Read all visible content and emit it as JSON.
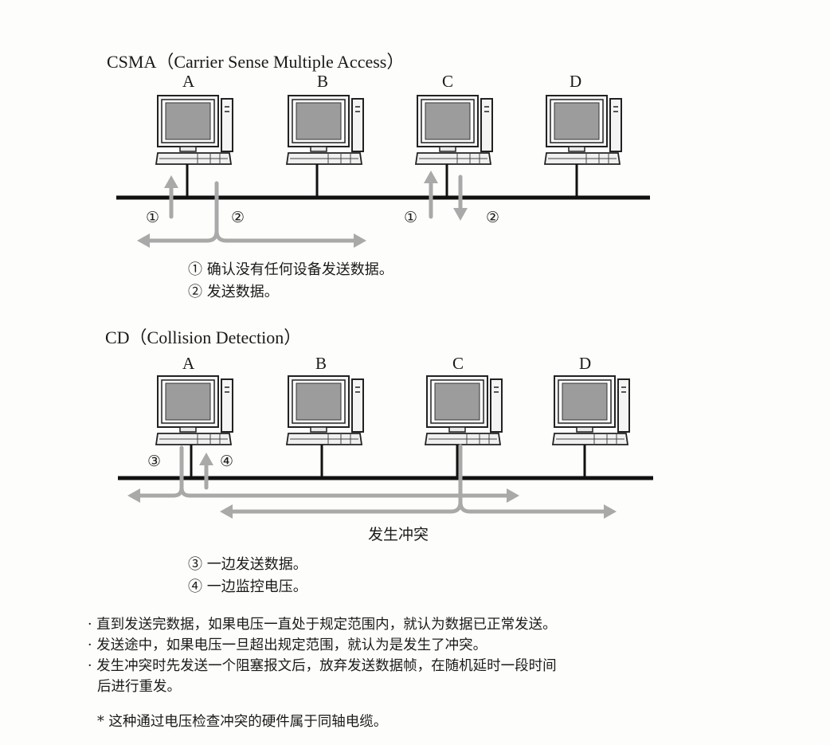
{
  "csma": {
    "title": "CSMA（Carrier Sense Multiple Access）",
    "computers": [
      "A",
      "B",
      "C",
      "D"
    ],
    "markers": [
      "①",
      "②",
      "①",
      "②"
    ],
    "notes": [
      "① 确认没有任何设备发送数据。",
      "② 发送数据。"
    ]
  },
  "cd": {
    "title": "CD（Collision Detection）",
    "computers": [
      "A",
      "B",
      "C",
      "D"
    ],
    "markers": [
      "③",
      "④"
    ],
    "collision_label": "发生冲突",
    "notes": [
      "③ 一边发送数据。",
      "④ 一边监控电压。"
    ]
  },
  "bullets": [
    "· 直到发送完数据，如果电压一直处于规定范围内，就认为数据已正常发送。",
    "· 发送途中，如果电压一旦超出规定范围，就认为是发生了冲突。",
    "· 发生冲突时先发送一个阻塞报文后，放弃发送数据帧，在随机延时一段时间",
    "后进行重发。"
  ],
  "footnote": "* 这种通过电压检查冲突的硬件属于同轴电缆。",
  "colors": {
    "arrow": "#a9a9a9",
    "cable": "#111111",
    "screen": "#9a9a9a"
  }
}
